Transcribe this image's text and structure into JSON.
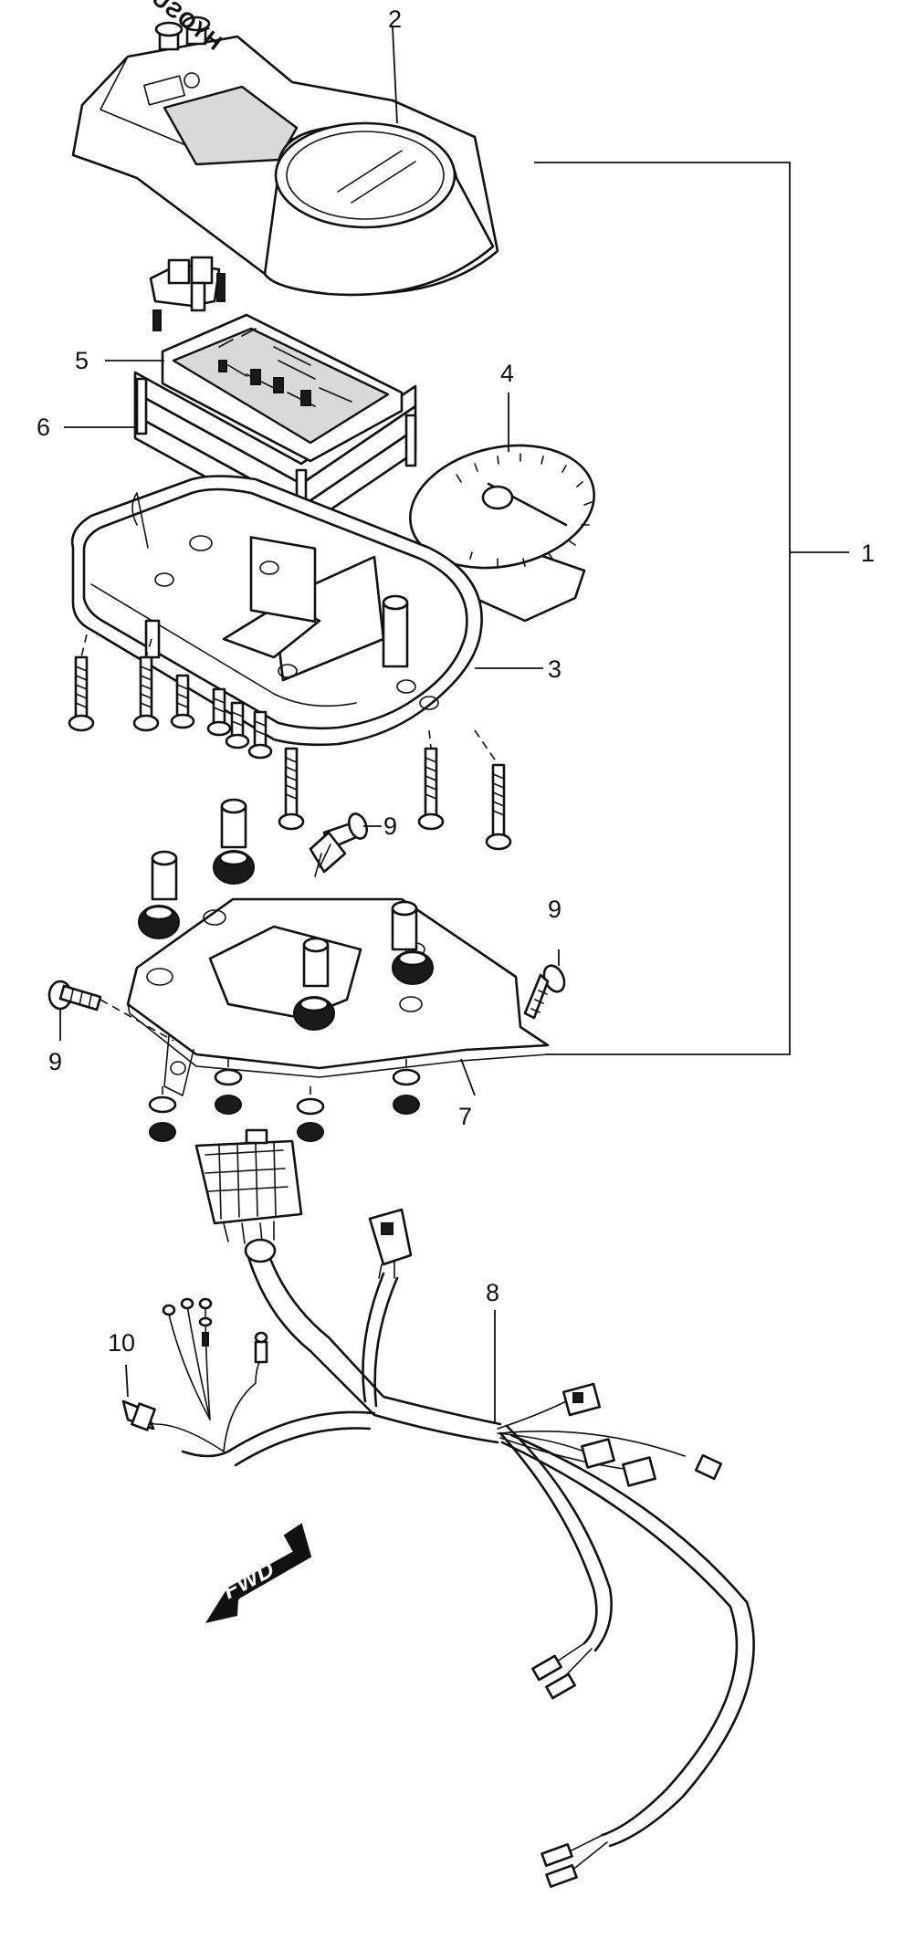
{
  "brand_text": "HYOSUNG",
  "fwd_label": "FWD",
  "callouts": {
    "c1": "1",
    "c2": "2",
    "c3": "3",
    "c4": "4",
    "c5": "5",
    "c6": "6",
    "c7": "7",
    "c8": "8",
    "c9a": "9",
    "c9b": "9",
    "c9c": "9",
    "c10": "10"
  }
}
